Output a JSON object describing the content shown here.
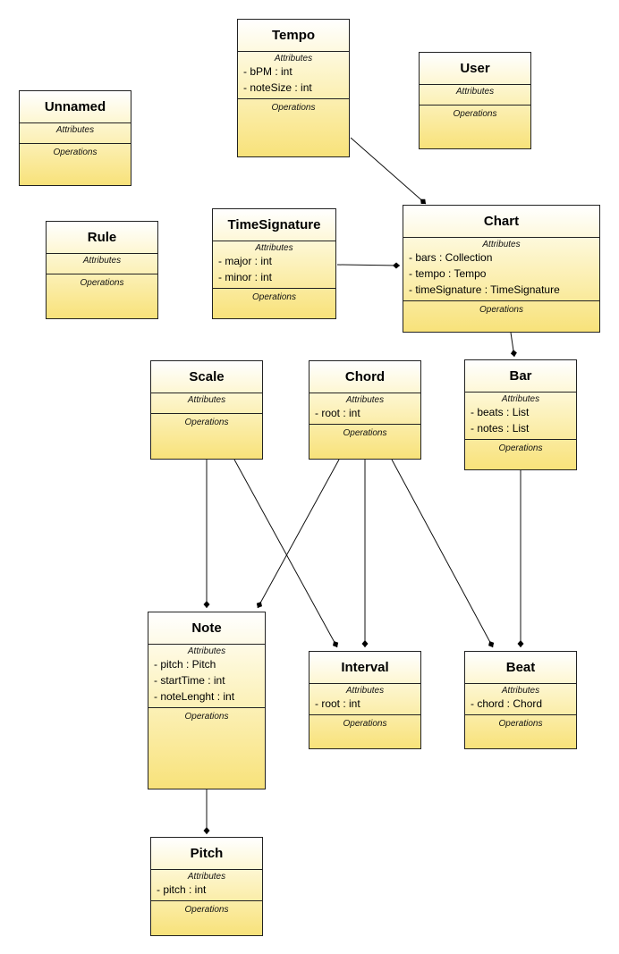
{
  "labels": {
    "attributes": "Attributes",
    "operations": "Operations"
  },
  "classes": {
    "tempo": {
      "name": "Tempo",
      "attributes": [
        "- bPM : int",
        "- noteSize : int"
      ]
    },
    "user": {
      "name": "User",
      "attributes": []
    },
    "unnamed": {
      "name": "Unnamed",
      "attributes": []
    },
    "rule": {
      "name": "Rule",
      "attributes": []
    },
    "timesignature": {
      "name": "TimeSignature",
      "attributes": [
        "- major : int",
        "- minor : int"
      ]
    },
    "chart": {
      "name": "Chart",
      "attributes": [
        "- bars : Collection",
        "- tempo : Tempo",
        "- timeSignature : TimeSignature"
      ]
    },
    "scale": {
      "name": "Scale",
      "attributes": []
    },
    "chord": {
      "name": "Chord",
      "attributes": [
        "- root : int"
      ]
    },
    "bar": {
      "name": "Bar",
      "attributes": [
        "- beats : List",
        "- notes : List"
      ]
    },
    "note": {
      "name": "Note",
      "attributes": [
        "- pitch : Pitch",
        "- startTime : int",
        "- noteLenght : int"
      ]
    },
    "interval": {
      "name": "Interval",
      "attributes": [
        "- root : int"
      ]
    },
    "beat": {
      "name": "Beat",
      "attributes": [
        "- chord : Chord"
      ]
    },
    "pitch": {
      "name": "Pitch",
      "attributes": [
        "- pitch : int"
      ]
    }
  },
  "relations": [
    {
      "from": "tempo",
      "to": "chart",
      "kind": "composition"
    },
    {
      "from": "timesignature",
      "to": "chart",
      "kind": "composition"
    },
    {
      "from": "chart",
      "to": "bar",
      "kind": "composition"
    },
    {
      "from": "bar",
      "to": "beat",
      "kind": "composition"
    },
    {
      "from": "chord",
      "to": "beat",
      "kind": "composition"
    },
    {
      "from": "chord",
      "to": "interval",
      "kind": "composition"
    },
    {
      "from": "chord",
      "to": "note",
      "kind": "composition"
    },
    {
      "from": "scale",
      "to": "interval",
      "kind": "composition"
    },
    {
      "from": "scale",
      "to": "note",
      "kind": "composition"
    },
    {
      "from": "note",
      "to": "pitch",
      "kind": "composition"
    }
  ]
}
